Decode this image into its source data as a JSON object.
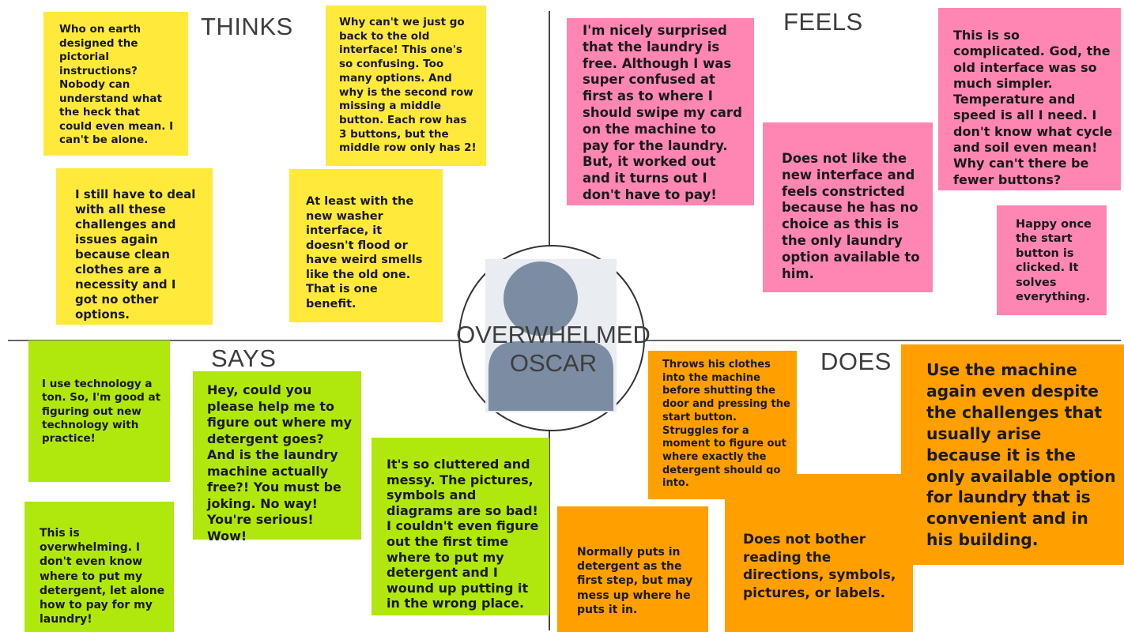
{
  "labels": {
    "thinks": "THINKS",
    "feels": "FEELS",
    "says": "SAYS",
    "does": "DOES"
  },
  "persona": {
    "line1": "OVERWHELMED",
    "line2": "OSCAR",
    "icon": "user-silhouette-icon"
  },
  "thinks": [
    "Who on earth designed the pictorial instructions? Nobody can understand what the heck that could even mean.  I can't be alone.",
    "Why can't we just go back to the old interface!  This one's so confusing.  Too many options.  And why is the second row missing a middle button.  Each row has 3 buttons, but the middle row only has 2!",
    "I still have to deal with all these challenges and issues again because clean clothes are a necessity and I got no other options.",
    "At least with the new washer interface, it doesn't flood or have weird smells like the old one.  That is one benefit."
  ],
  "feels": [
    "I'm nicely surprised that the laundry is free.  Although I was super confused at first as to where I should swipe my card on the machine to pay for the laundry.  But, it worked out and it turns out I don't have to pay!",
    "This is so complicated.  God, the old interface was so much simpler.  Temperature and speed is all I need.  I don't know what cycle and soil even mean!  Why can't there be fewer buttons?",
    "Does not like the new interface and feels constricted because he has no choice as this is the only laundry option available to him.",
    "Happy once the start button is clicked.  It solves everything."
  ],
  "says": [
    "I use technology a ton.  So, I'm good at figuring out new technology with practice!",
    "Hey, could you please help me to figure out where my detergent goes?  And is the laundry machine actually free?!  You must be joking.  No way!  You're serious! Wow!",
    "It's so cluttered and messy.  The pictures, symbols and diagrams are so bad!  I couldn't even figure out the first time where to put my detergent and I wound up putting it in the wrong place.",
    "This is overwhelming.  I don't even know where to put my detergent, let alone how to pay for my laundry!"
  ],
  "does": [
    "Throws his clothes into the machine before shutting the door and pressing the start button. Struggles for a moment to figure out where exactly the detergent should go into.",
    "Use the machine again even despite the challenges that usually arise because it is the only available option for laundry that is convenient and in his building.",
    "Normally puts in detergent as the first step, but may mess up where he puts it in.",
    "Does not bother reading the directions, symbols, pictures, or labels."
  ],
  "colors": {
    "thinks": "#ffe93a",
    "feels": "#ff86b3",
    "says": "#b0e70d",
    "does": "#ff9f00"
  }
}
